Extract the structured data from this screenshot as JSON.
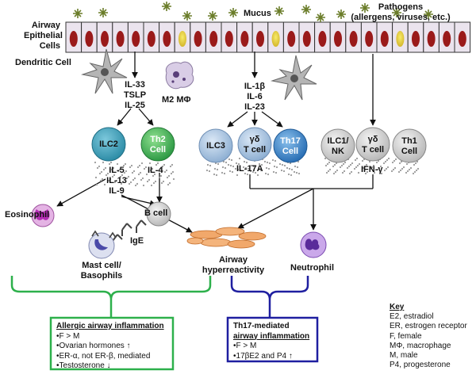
{
  "labels": {
    "airway_epithelial": [
      "Airway",
      "Epithelial",
      "Cells"
    ],
    "dendritic_cell": "Dendritic Cell",
    "mucus": "Mucus",
    "pathogens": [
      "Pathogens",
      "(allergens, viruses, etc.)"
    ],
    "th2_cytokines": [
      "IL-33",
      "TSLP",
      "IL-25"
    ],
    "m2_macrophage": "M2 MΦ",
    "th17_cytokines": [
      "IL-1β",
      "IL-6",
      "IL-23"
    ],
    "ilc2": "ILC2",
    "th2_cell": [
      "Th2",
      "Cell"
    ],
    "ilc3": "ILC3",
    "gd_t_cell_1": [
      "γδ",
      "T cell"
    ],
    "th17_cell": [
      "Th17",
      "Cell"
    ],
    "ilc1_nk": [
      "ILC1/",
      "NK"
    ],
    "gd_t_cell_2": [
      "γδ",
      "T cell"
    ],
    "th1_cell": [
      "Th1",
      "Cell"
    ],
    "ilc2_cytokines": [
      "IL-5",
      "IL-13",
      "IL-9"
    ],
    "th2_cytokine": "IL-4",
    "il17a": "IL-17A",
    "ifn_gamma": "IFN-γ",
    "eosinophil": "Eosinophil",
    "b_cell": "B cell",
    "ige": "IgE",
    "mast_cell": [
      "Mast cell/",
      "Basophils"
    ],
    "airway_hyper": [
      "Airway",
      "hyperreactivity"
    ],
    "neutrophil": "Neutrophil"
  },
  "allergic_box": {
    "title": "Allergic airway inflammation",
    "items": [
      "•F > M",
      "•Ovarian hormones ↑",
      "•ER-α, not ER-β, mediated",
      "•Testosterone ↓"
    ]
  },
  "th17_box": {
    "title": [
      "Th17-mediated",
      "airway inflammation"
    ],
    "items": [
      "•F > M",
      "•17βE2 and P4 ↑"
    ]
  },
  "key": {
    "title": "Key",
    "items": [
      "E2, estradiol",
      "ER, estrogen receptor",
      "F, female",
      "MΦ, macrophage",
      "M, male",
      "P4, progesterone"
    ]
  },
  "colors": {
    "epithelial_fill": "#ebe4ee",
    "nucleus": "#9a1a1a",
    "goblet": "#e8d84a",
    "ilc2": "#2e8da7",
    "th2": "#3aa44e",
    "ilc3": "#9fbbd8",
    "th17": "#2f7cbf",
    "grey_cell": "#c8c8c8",
    "green_bracket": "#2db04b",
    "blue_bracket": "#1f1fa0",
    "eosinophil": "#c060c0",
    "neutrophil": "#8a3fc0",
    "smooth_muscle": "#f1a86b"
  }
}
